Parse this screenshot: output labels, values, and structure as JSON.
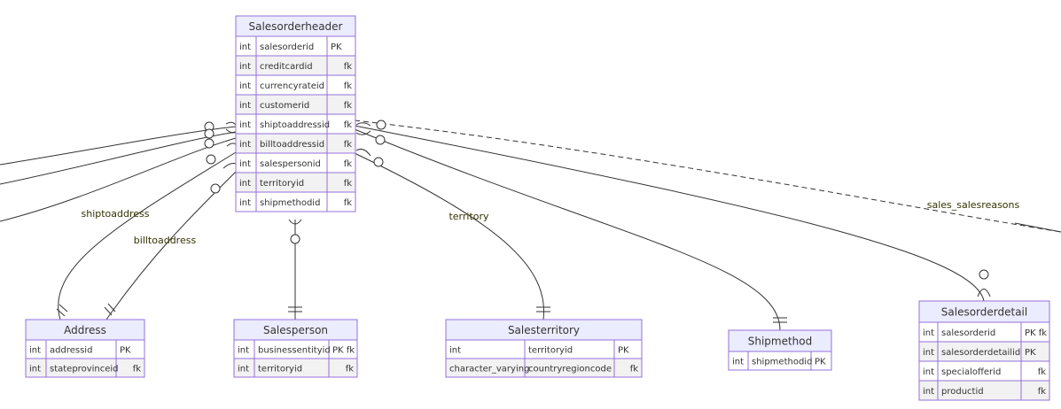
{
  "colors": {
    "entity_stroke": "#9370DB",
    "header_fill": "#ECECFF",
    "row_fill_a": "#FFFFFF",
    "row_fill_b": "#F2F2F2",
    "line": "#333333",
    "label_text": "#333300",
    "text": "#333333"
  },
  "entities": [
    {
      "id": "salesorderheader",
      "name": "Salesorderheader",
      "attributes": [
        {
          "type": "int",
          "name": "salesorderid",
          "key": "PK"
        },
        {
          "type": "int",
          "name": "creditcardid",
          "key": "fk"
        },
        {
          "type": "int",
          "name": "currencyrateid",
          "key": "fk"
        },
        {
          "type": "int",
          "name": "customerid",
          "key": "fk"
        },
        {
          "type": "int",
          "name": "shiptoaddressid",
          "key": "fk"
        },
        {
          "type": "int",
          "name": "billtoaddressid",
          "key": "fk"
        },
        {
          "type": "int",
          "name": "salespersonid",
          "key": "fk"
        },
        {
          "type": "int",
          "name": "territoryid",
          "key": "fk"
        },
        {
          "type": "int",
          "name": "shipmethodid",
          "key": "fk"
        }
      ]
    },
    {
      "id": "address",
      "name": "Address",
      "attributes": [
        {
          "type": "int",
          "name": "addressid",
          "key": "PK"
        },
        {
          "type": "int",
          "name": "stateprovinceid",
          "key": "fk"
        }
      ]
    },
    {
      "id": "salesperson",
      "name": "Salesperson",
      "attributes": [
        {
          "type": "int",
          "name": "businessentityid",
          "key": "PK fk"
        },
        {
          "type": "int",
          "name": "territoryid",
          "key": "fk"
        }
      ]
    },
    {
      "id": "salesterritory",
      "name": "Salesterritory",
      "attributes": [
        {
          "type": "int",
          "name": "territoryid",
          "key": "PK"
        },
        {
          "type": "character_varying",
          "name": "countryregioncode",
          "key": "fk"
        }
      ]
    },
    {
      "id": "shipmethod",
      "name": "Shipmethod",
      "attributes": [
        {
          "type": "int",
          "name": "shipmethodid",
          "key": "PK"
        }
      ]
    },
    {
      "id": "salesorderdetail",
      "name": "Salesorderdetail",
      "attributes": [
        {
          "type": "int",
          "name": "salesorderid",
          "key": "PK fk"
        },
        {
          "type": "int",
          "name": "salesorderdetailid",
          "key": "PK"
        },
        {
          "type": "int",
          "name": "specialofferid",
          "key": "fk"
        },
        {
          "type": "int",
          "name": "productid",
          "key": "fk"
        }
      ]
    }
  ],
  "relationships": [
    {
      "id": "shiptoaddress",
      "label": "shiptoaddress",
      "from": "address",
      "to": "salesorderheader"
    },
    {
      "id": "billtoaddress",
      "label": "billtoaddress",
      "from": "address",
      "to": "salesorderheader"
    },
    {
      "id": "salesperson",
      "label": "",
      "from": "salesperson",
      "to": "salesorderheader"
    },
    {
      "id": "territory",
      "label": "territory",
      "from": "salesterritory",
      "to": "salesorderheader"
    },
    {
      "id": "shipmethod",
      "label": "",
      "from": "shipmethod",
      "to": "salesorderheader"
    },
    {
      "id": "salesorderdetail",
      "label": "",
      "from": "salesorderheader",
      "to": "salesorderdetail"
    },
    {
      "id": "sales_salesreasons",
      "label": "sales_salesreasons",
      "from": "salesorderheader",
      "to": "offscreen-right"
    },
    {
      "id": "offscreen-1",
      "label": "",
      "from": "offscreen-left",
      "to": "salesorderheader"
    },
    {
      "id": "offscreen-2",
      "label": "",
      "from": "offscreen-left",
      "to": "salesorderheader"
    },
    {
      "id": "offscreen-3",
      "label": "",
      "from": "offscreen-left",
      "to": "salesorderheader"
    }
  ]
}
